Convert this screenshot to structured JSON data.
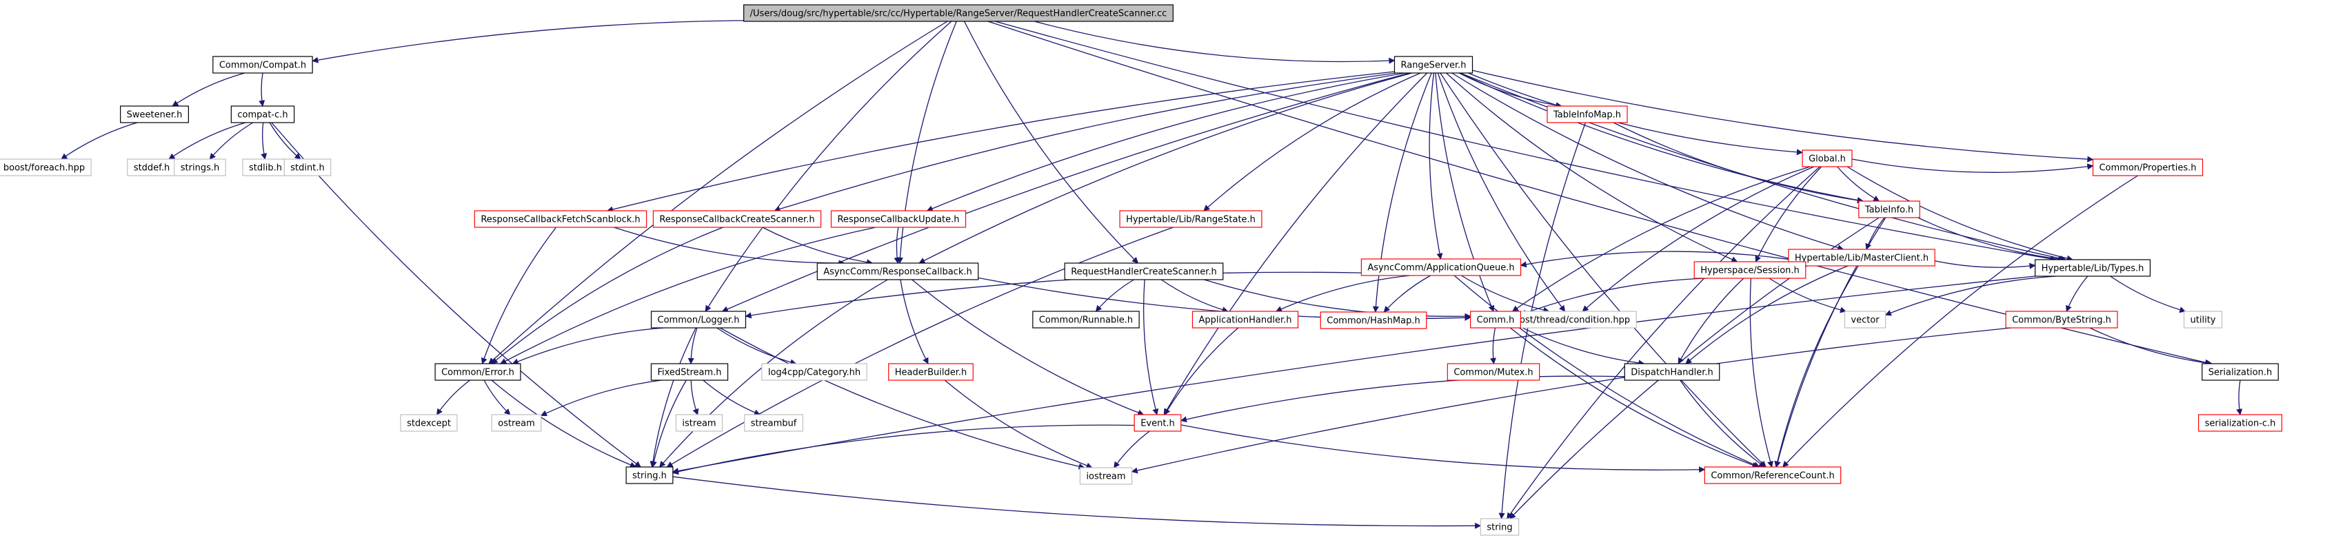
{
  "colors": {
    "edge": "#191970",
    "node_normal": "#000000",
    "node_incomplete": "#ff0000",
    "node_missing": "#bfbfbf",
    "node_root_fill": "#bfbfbf"
  },
  "nodes": [
    {
      "id": "root",
      "label": "/Users/doug/src/hypertable/src/cc/Hypertable/RangeServer/RequestHandlerCreateScanner.cc",
      "kind": "root"
    },
    {
      "id": "compat_h",
      "label": "Common/Compat.h",
      "kind": "normal"
    },
    {
      "id": "sweetener",
      "label": "Sweetener.h",
      "kind": "normal"
    },
    {
      "id": "compatc",
      "label": "compat-c.h",
      "kind": "normal"
    },
    {
      "id": "foreach",
      "label": "boost/foreach.hpp",
      "kind": "missing"
    },
    {
      "id": "stddef",
      "label": "stddef.h",
      "kind": "missing"
    },
    {
      "id": "strings",
      "label": "strings.h",
      "kind": "missing"
    },
    {
      "id": "stdlib",
      "label": "stdlib.h",
      "kind": "missing"
    },
    {
      "id": "stdint",
      "label": "stdint.h",
      "kind": "missing"
    },
    {
      "id": "rangeserver",
      "label": "RangeServer.h",
      "kind": "normal"
    },
    {
      "id": "tableinfomap",
      "label": "TableInfoMap.h",
      "kind": "incomplete"
    },
    {
      "id": "global",
      "label": "Global.h",
      "kind": "incomplete"
    },
    {
      "id": "tableinfo",
      "label": "TableInfo.h",
      "kind": "incomplete"
    },
    {
      "id": "properties",
      "label": "Common/Properties.h",
      "kind": "incomplete"
    },
    {
      "id": "rcfetch",
      "label": "ResponseCallbackFetchScanblock.h",
      "kind": "incomplete"
    },
    {
      "id": "rccreate",
      "label": "ResponseCallbackCreateScanner.h",
      "kind": "incomplete"
    },
    {
      "id": "rcupdate",
      "label": "ResponseCallbackUpdate.h",
      "kind": "incomplete"
    },
    {
      "id": "rangestate",
      "label": "Hypertable/Lib/RangeState.h",
      "kind": "incomplete"
    },
    {
      "id": "masterclient",
      "label": "Hypertable/Lib/MasterClient.h",
      "kind": "incomplete"
    },
    {
      "id": "appqueue",
      "label": "AsyncComm/ApplicationQueue.h",
      "kind": "incomplete"
    },
    {
      "id": "session",
      "label": "Hyperspace/Session.h",
      "kind": "incomplete"
    },
    {
      "id": "types",
      "label": "Hypertable/Lib/Types.h",
      "kind": "normal"
    },
    {
      "id": "responsecb",
      "label": "AsyncComm/ResponseCallback.h",
      "kind": "normal"
    },
    {
      "id": "rhcs",
      "label": "RequestHandlerCreateScanner.h",
      "kind": "normal"
    },
    {
      "id": "logger",
      "label": "Common/Logger.h",
      "kind": "normal"
    },
    {
      "id": "runnable",
      "label": "Common/Runnable.h",
      "kind": "normal"
    },
    {
      "id": "apphandler",
      "label": "ApplicationHandler.h",
      "kind": "incomplete"
    },
    {
      "id": "hashmap",
      "label": "Common/HashMap.h",
      "kind": "incomplete"
    },
    {
      "id": "condition",
      "label": "boost/thread/condition.hpp",
      "kind": "missing"
    },
    {
      "id": "comm",
      "label": "Comm.h",
      "kind": "incomplete"
    },
    {
      "id": "vector",
      "label": "vector",
      "kind": "missing"
    },
    {
      "id": "bytestring",
      "label": "Common/ByteString.h",
      "kind": "incomplete"
    },
    {
      "id": "utility",
      "label": "utility",
      "kind": "missing"
    },
    {
      "id": "error",
      "label": "Common/Error.h",
      "kind": "normal"
    },
    {
      "id": "fixedstream",
      "label": "FixedStream.h",
      "kind": "normal"
    },
    {
      "id": "log4cpp",
      "label": "log4cpp/Category.hh",
      "kind": "missing"
    },
    {
      "id": "headerbuilder",
      "label": "HeaderBuilder.h",
      "kind": "incomplete"
    },
    {
      "id": "mutex",
      "label": "Common/Mutex.h",
      "kind": "incomplete"
    },
    {
      "id": "dispatch",
      "label": "DispatchHandler.h",
      "kind": "normal"
    },
    {
      "id": "serialization",
      "label": "Serialization.h",
      "kind": "normal"
    },
    {
      "id": "stdexcept",
      "label": "stdexcept",
      "kind": "missing"
    },
    {
      "id": "ostream",
      "label": "ostream",
      "kind": "missing"
    },
    {
      "id": "istream",
      "label": "istream",
      "kind": "missing"
    },
    {
      "id": "streambuf",
      "label": "streambuf",
      "kind": "missing"
    },
    {
      "id": "event",
      "label": "Event.h",
      "kind": "incomplete"
    },
    {
      "id": "serializationc",
      "label": "serialization-c.h",
      "kind": "incomplete"
    },
    {
      "id": "stringh",
      "label": "string.h",
      "kind": "normal"
    },
    {
      "id": "iostream",
      "label": "iostream",
      "kind": "missing"
    },
    {
      "id": "refcount",
      "label": "Common/ReferenceCount.h",
      "kind": "incomplete"
    },
    {
      "id": "string",
      "label": "string",
      "kind": "missing"
    }
  ],
  "edges": [
    [
      "root",
      "compat_h"
    ],
    [
      "root",
      "rangeserver"
    ],
    [
      "root",
      "responsecb"
    ],
    [
      "root",
      "rhcs"
    ],
    [
      "root",
      "error"
    ],
    [
      "root",
      "logger"
    ],
    [
      "root",
      "types"
    ],
    [
      "root",
      "serialization"
    ],
    [
      "compat_h",
      "sweetener"
    ],
    [
      "compat_h",
      "compatc"
    ],
    [
      "sweetener",
      "foreach"
    ],
    [
      "compatc",
      "stddef"
    ],
    [
      "compatc",
      "strings"
    ],
    [
      "compatc",
      "stdlib"
    ],
    [
      "compatc",
      "stdint"
    ],
    [
      "compatc",
      "stringh"
    ],
    [
      "rangeserver",
      "tableinfomap"
    ],
    [
      "rangeserver",
      "global"
    ],
    [
      "rangeserver",
      "tableinfo"
    ],
    [
      "rangeserver",
      "properties"
    ],
    [
      "rangeserver",
      "rcfetch"
    ],
    [
      "rangeserver",
      "rccreate"
    ],
    [
      "rangeserver",
      "rcupdate"
    ],
    [
      "rangeserver",
      "rangestate"
    ],
    [
      "rangeserver",
      "masterclient"
    ],
    [
      "rangeserver",
      "appqueue"
    ],
    [
      "rangeserver",
      "session"
    ],
    [
      "rangeserver",
      "types"
    ],
    [
      "rangeserver",
      "responsecb"
    ],
    [
      "rangeserver",
      "logger"
    ],
    [
      "rangeserver",
      "hashmap"
    ],
    [
      "rangeserver",
      "condition"
    ],
    [
      "rangeserver",
      "comm"
    ],
    [
      "rangeserver",
      "event"
    ],
    [
      "rangeserver",
      "refcount"
    ],
    [
      "tableinfomap",
      "tableinfo"
    ],
    [
      "tableinfomap",
      "string"
    ],
    [
      "global",
      "tableinfo"
    ],
    [
      "global",
      "properties"
    ],
    [
      "global",
      "session"
    ],
    [
      "global",
      "types"
    ],
    [
      "global",
      "condition"
    ],
    [
      "global",
      "comm"
    ],
    [
      "global",
      "string"
    ],
    [
      "tableinfo",
      "masterclient"
    ],
    [
      "tableinfo",
      "types"
    ],
    [
      "tableinfo",
      "refcount"
    ],
    [
      "tableinfo",
      "string"
    ],
    [
      "properties",
      "refcount"
    ],
    [
      "rcfetch",
      "responsecb"
    ],
    [
      "rcfetch",
      "error"
    ],
    [
      "rccreate",
      "responsecb"
    ],
    [
      "rccreate",
      "error"
    ],
    [
      "rcupdate",
      "responsecb"
    ],
    [
      "rcupdate",
      "error"
    ],
    [
      "rangestate",
      "stringh"
    ],
    [
      "masterclient",
      "appqueue"
    ],
    [
      "masterclient",
      "session"
    ],
    [
      "masterclient",
      "types"
    ],
    [
      "masterclient",
      "dispatch"
    ],
    [
      "masterclient",
      "refcount"
    ],
    [
      "appqueue",
      "logger"
    ],
    [
      "appqueue",
      "apphandler"
    ],
    [
      "appqueue",
      "hashmap"
    ],
    [
      "appqueue",
      "condition"
    ],
    [
      "appqueue",
      "refcount"
    ],
    [
      "session",
      "comm"
    ],
    [
      "session",
      "vector"
    ],
    [
      "session",
      "dispatch"
    ],
    [
      "session",
      "refcount"
    ],
    [
      "types",
      "bytestring"
    ],
    [
      "types",
      "utility"
    ],
    [
      "types",
      "vector"
    ],
    [
      "types",
      "stringh"
    ],
    [
      "responsecb",
      "comm"
    ],
    [
      "responsecb",
      "headerbuilder"
    ],
    [
      "responsecb",
      "event"
    ],
    [
      "responsecb",
      "stringh"
    ],
    [
      "rhcs",
      "runnable"
    ],
    [
      "rhcs",
      "apphandler"
    ],
    [
      "rhcs",
      "event"
    ],
    [
      "rhcs",
      "comm"
    ],
    [
      "logger",
      "error"
    ],
    [
      "logger",
      "fixedstream"
    ],
    [
      "logger",
      "log4cpp"
    ],
    [
      "logger",
      "stringh"
    ],
    [
      "logger",
      "iostream"
    ],
    [
      "apphandler",
      "event"
    ],
    [
      "comm",
      "mutex"
    ],
    [
      "comm",
      "dispatch"
    ],
    [
      "comm",
      "refcount"
    ],
    [
      "bytestring",
      "serialization"
    ],
    [
      "bytestring",
      "iostream"
    ],
    [
      "error",
      "stdexcept"
    ],
    [
      "error",
      "ostream"
    ],
    [
      "error",
      "stringh"
    ],
    [
      "fixedstream",
      "ostream"
    ],
    [
      "fixedstream",
      "istream"
    ],
    [
      "fixedstream",
      "streambuf"
    ],
    [
      "fixedstream",
      "stringh"
    ],
    [
      "headerbuilder",
      "iostream"
    ],
    [
      "dispatch",
      "event"
    ],
    [
      "dispatch",
      "refcount"
    ],
    [
      "serialization",
      "serializationc"
    ],
    [
      "event",
      "stringh"
    ],
    [
      "event",
      "iostream"
    ],
    [
      "event",
      "refcount"
    ],
    [
      "stringh",
      "string"
    ]
  ]
}
